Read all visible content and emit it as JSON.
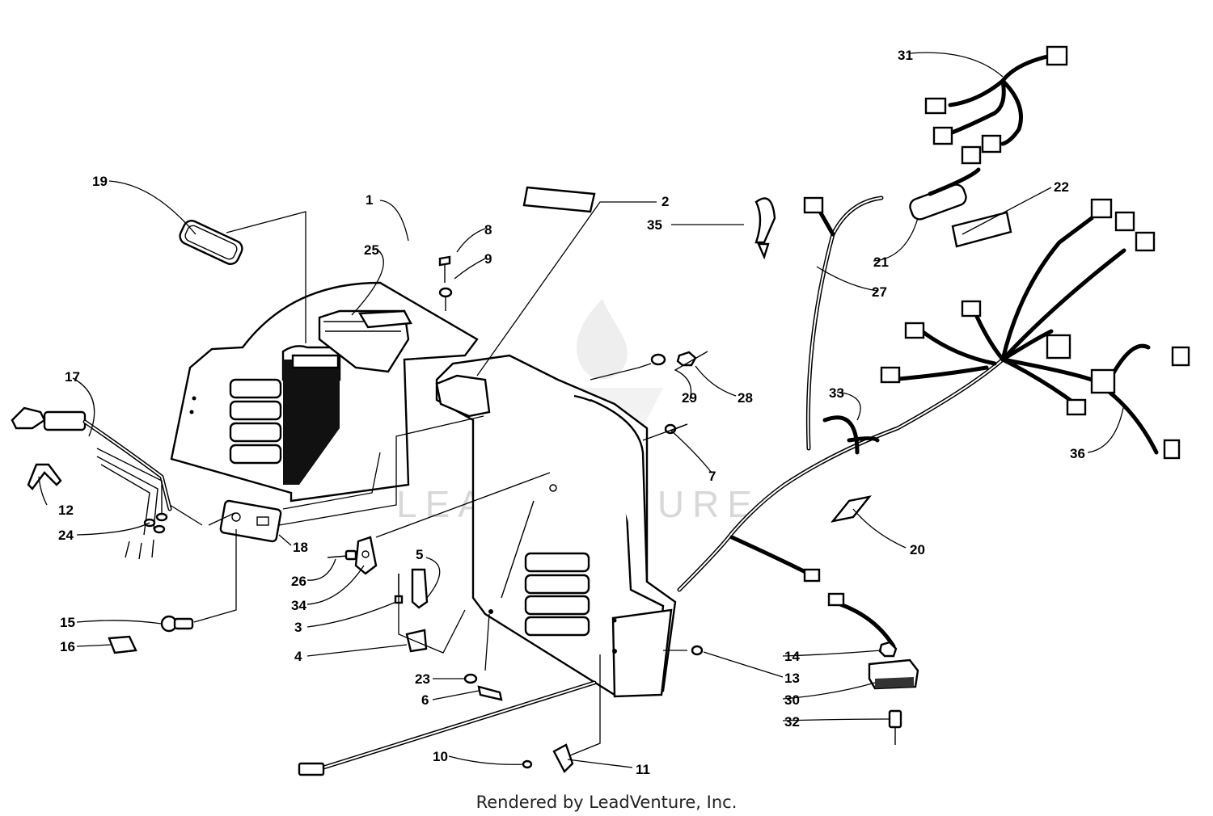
{
  "watermark": "LEADVENTURE",
  "footer": "Rendered by LeadVenture, Inc.",
  "callouts": [
    {
      "id": "c1",
      "num": "1"
    },
    {
      "id": "c2",
      "num": "2"
    },
    {
      "id": "c3",
      "num": "3"
    },
    {
      "id": "c4",
      "num": "4"
    },
    {
      "id": "c5",
      "num": "5"
    },
    {
      "id": "c6",
      "num": "6"
    },
    {
      "id": "c7",
      "num": "7"
    },
    {
      "id": "c8",
      "num": "8"
    },
    {
      "id": "c9",
      "num": "9"
    },
    {
      "id": "c10",
      "num": "10"
    },
    {
      "id": "c11",
      "num": "11"
    },
    {
      "id": "c12",
      "num": "12"
    },
    {
      "id": "c13",
      "num": "13"
    },
    {
      "id": "c14",
      "num": "14"
    },
    {
      "id": "c15",
      "num": "15"
    },
    {
      "id": "c16",
      "num": "16"
    },
    {
      "id": "c17",
      "num": "17"
    },
    {
      "id": "c18",
      "num": "18"
    },
    {
      "id": "c19",
      "num": "19"
    },
    {
      "id": "c20",
      "num": "20"
    },
    {
      "id": "c21",
      "num": "21"
    },
    {
      "id": "c22",
      "num": "22"
    },
    {
      "id": "c23",
      "num": "23"
    },
    {
      "id": "c24",
      "num": "24"
    },
    {
      "id": "c25",
      "num": "25"
    },
    {
      "id": "c26",
      "num": "26"
    },
    {
      "id": "c27",
      "num": "27"
    },
    {
      "id": "c28",
      "num": "28"
    },
    {
      "id": "c29",
      "num": "29"
    },
    {
      "id": "c30",
      "num": "30"
    },
    {
      "id": "c31",
      "num": "31"
    },
    {
      "id": "c32",
      "num": "32"
    },
    {
      "id": "c33",
      "num": "33"
    },
    {
      "id": "c34",
      "num": "34"
    },
    {
      "id": "c35",
      "num": "35"
    },
    {
      "id": "c36",
      "num": "36"
    }
  ]
}
